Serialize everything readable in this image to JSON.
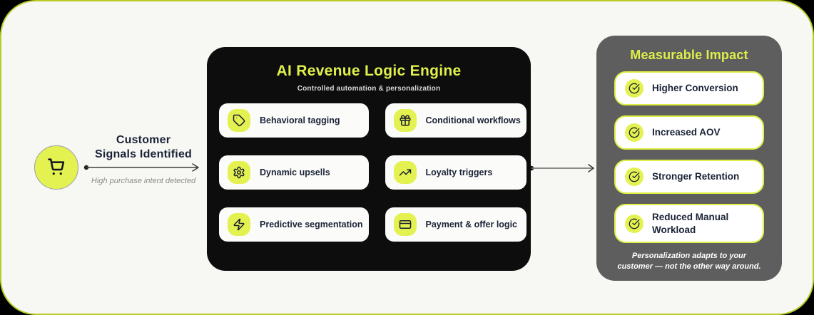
{
  "flow": {
    "source": {
      "icon": "shopping-cart-icon",
      "title_line1": "Customer",
      "title_line2": "Signals Identified",
      "caption": "High purchase intent detected"
    },
    "engine": {
      "title": "AI Revenue Logic Engine",
      "subtitle": "Controlled automation & personalization",
      "features": [
        {
          "icon": "tag-icon",
          "label": "Behavioral tagging"
        },
        {
          "icon": "gift-icon",
          "label": "Conditional workflows"
        },
        {
          "icon": "gear-icon",
          "label": "Dynamic upsells"
        },
        {
          "icon": "trending-up-icon",
          "label": "Loyalty triggers"
        },
        {
          "icon": "zap-icon",
          "label": "Predictive segmentation"
        },
        {
          "icon": "credit-card-icon",
          "label": "Payment & offer logic"
        }
      ]
    },
    "impact": {
      "title": "Measurable Impact",
      "items": [
        {
          "icon": "circle-check-icon",
          "label": "Higher Conversion"
        },
        {
          "icon": "circle-check-icon",
          "label": "Increased AOV"
        },
        {
          "icon": "circle-check-icon",
          "label": "Stronger Retention"
        },
        {
          "icon": "circle-check-icon",
          "label": "Reduced Manual Workload"
        }
      ],
      "footnote": "Personalization adapts to your customer — not the other way around."
    }
  },
  "colors": {
    "accent_fill": "#e4f251",
    "accent_text": "#dff04a",
    "dark_text": "#1b2337",
    "engine_bg": "#0d0d0d",
    "impact_bg": "#5e5e5e",
    "canvas_bg": "#f7f7f4",
    "canvas_border": "#b9cc25",
    "impact_card_border": "#dfef44"
  }
}
